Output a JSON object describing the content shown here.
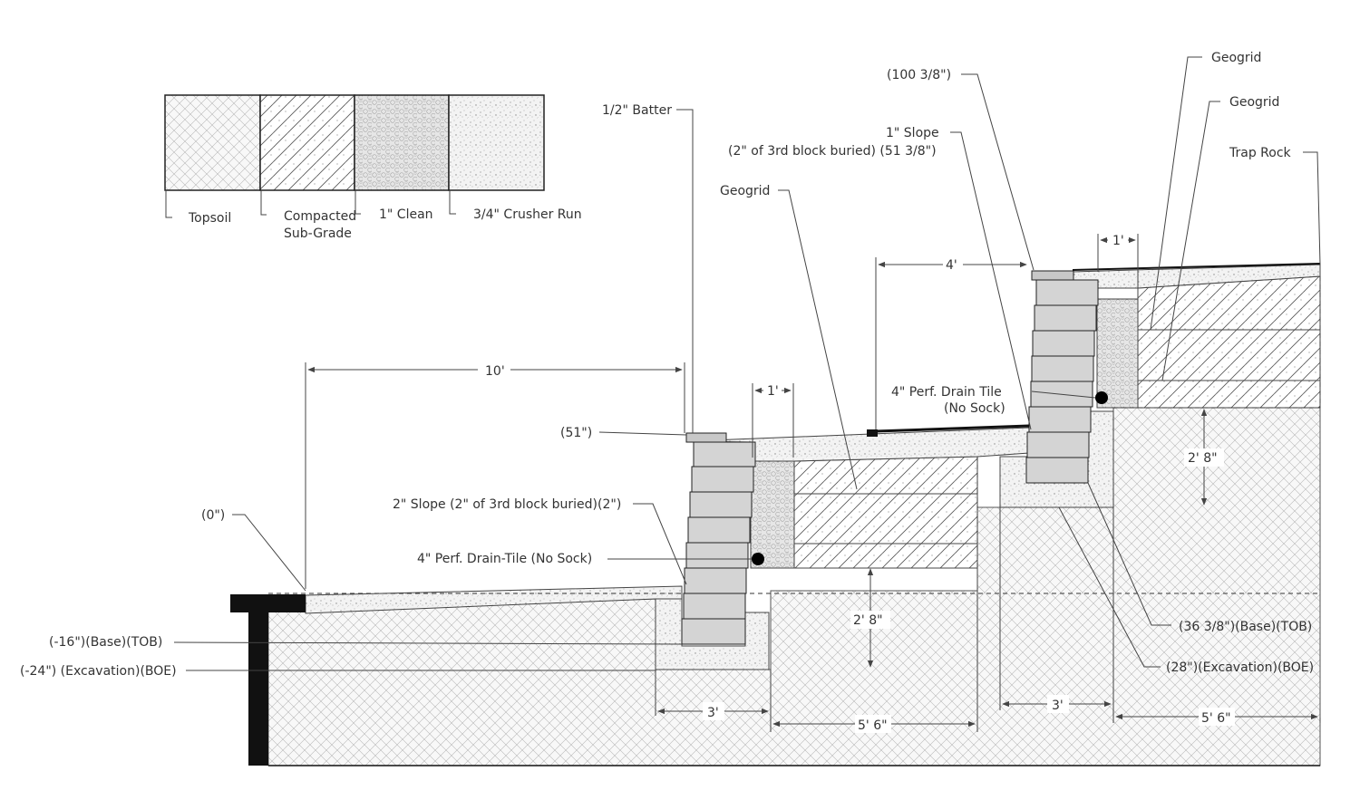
{
  "legend": {
    "topsoil": "Topsoil",
    "compacted_line1": "Compacted",
    "compacted_line2": "Sub-Grade",
    "clean": "1\" Clean",
    "crusher": "3/4\" Crusher Run"
  },
  "labels": {
    "zero": "(0\")",
    "base_tob_low": "(-16\")(Base)(TOB)",
    "excavation_low": "(-24\") (Excavation)(BOE)",
    "slope_low": "2\" Slope (2\" of 3rd block buried)(2\")",
    "drain_low": "4\" Perf. Drain-Tile (No Sock)",
    "elev_51": "(51\")",
    "batter": "1/2\" Batter",
    "geogrid_mid": "Geogrid",
    "elev_100": "(100 3/8\")",
    "slope_high_line1": "1\" Slope",
    "slope_high_line2": "(2\" of 3rd block buried) (51 3/8\")",
    "drain_high_line1": "4\" Perf. Drain Tile",
    "drain_high_line2": "(No Sock)",
    "geogrid_top": "Geogrid",
    "geogrid_second": "Geogrid",
    "trap_rock": "Trap Rock",
    "base_tob_high": "(36 3/8\")(Base)(TOB)",
    "excavation_high": "(28\")(Excavation)(BOE)"
  },
  "dimensions": {
    "ten_ft": "10'",
    "one_ft_low": "1'",
    "four_ft": "4'",
    "one_ft_high": "1'",
    "height_low": "2' 8\"",
    "height_high": "2' 8\"",
    "three_ft_low": "3'",
    "five_six_low": "5' 6\"",
    "three_ft_high": "3'",
    "five_six_high": "5' 6\""
  },
  "colors": {
    "block_fill": "#d4d4d4",
    "block_stroke": "#222222",
    "cap_fill": "#c8c8c8",
    "wall_black": "#111111",
    "line": "#444444",
    "text": "#333333"
  }
}
